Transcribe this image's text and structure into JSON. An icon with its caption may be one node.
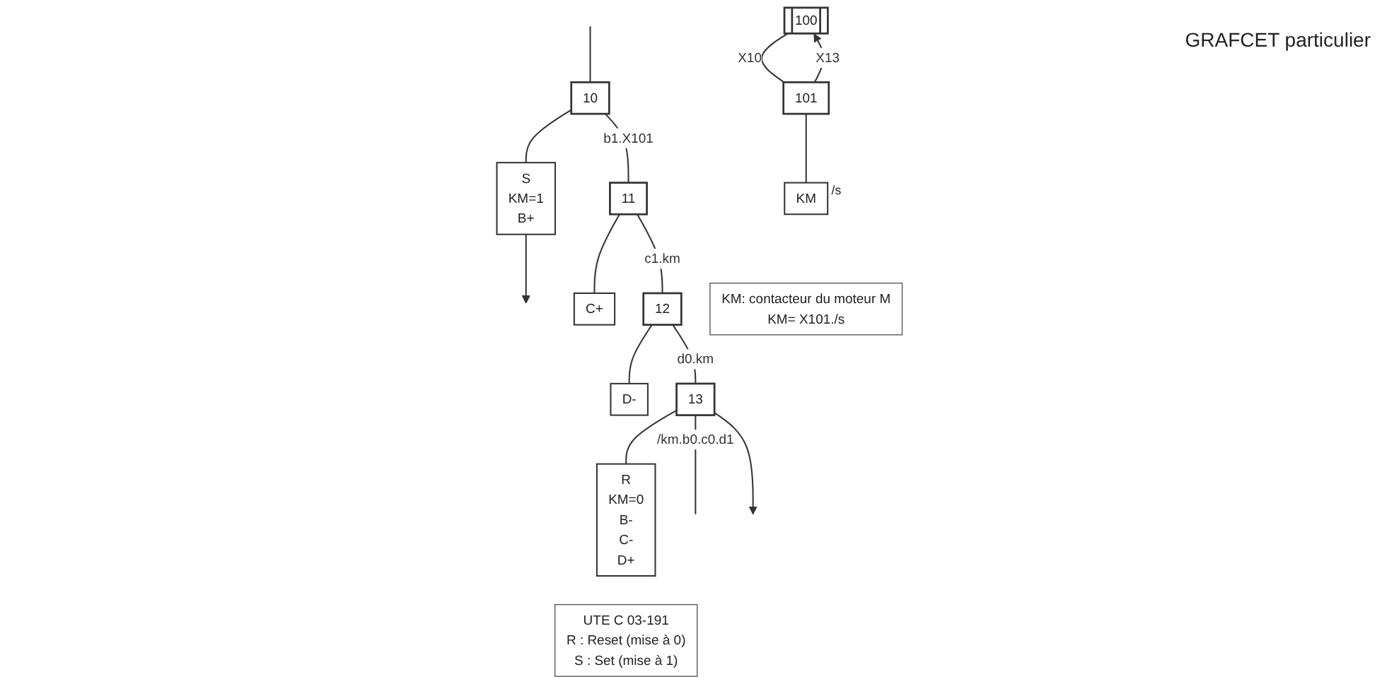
{
  "diagram": {
    "nodes": [
      {
        "text": [
          "10"
        ]
      },
      {
        "text": [
          "S",
          "KM=1",
          "B+"
        ]
      },
      {
        "text": [
          "11"
        ]
      },
      {
        "text": [
          "C+"
        ]
      },
      {
        "text": [
          "12"
        ]
      },
      {
        "text": [
          "D-"
        ]
      },
      {
        "text": [
          "13"
        ]
      },
      {
        "text": [
          "R",
          "KM=0",
          "B-",
          "C-",
          "D+"
        ]
      },
      {
        "text": [
          "100"
        ]
      },
      {
        "text": [
          "101"
        ]
      },
      {
        "text": [
          "KM"
        ],
        "beside": [
          "/s"
        ]
      },
      {
        "text": [
          "UTE C 03-191",
          "R : Reset (mise à 0)",
          "S : Set (mise à 1)"
        ]
      },
      {
        "text": [
          "KM: contacteur du moteur M",
          "KM= X101./s"
        ]
      }
    ],
    "edges": [
      {
        "from": null,
        "to": 0,
        "arrow": "none"
      },
      {
        "from": 0,
        "to": 1,
        "arrow": "none"
      },
      {
        "from": 0,
        "to": 2,
        "label": "b1.X101",
        "arrow": "none"
      },
      {
        "from": 2,
        "to": 3,
        "arrow": "none"
      },
      {
        "from": 2,
        "to": 4,
        "label": "c1.km",
        "arrow": "none"
      },
      {
        "from": 4,
        "to": 5,
        "arrow": "none"
      },
      {
        "from": 4,
        "to": 6,
        "label": "d0.km",
        "arrow": "none"
      },
      {
        "from": 6,
        "to": 7,
        "arrow": "none"
      },
      {
        "from": 6,
        "to": null,
        "label": "/km.b0.c0.d1",
        "arrow": "none"
      },
      {
        "from": 1,
        "to": null,
        "arrow": "to"
      },
      {
        "from": 6,
        "to": null,
        "arrow": "to"
      },
      {
        "from": 8,
        "to": 9,
        "label": "X10",
        "arrow": "none"
      },
      {
        "from": 9,
        "to": 10,
        "arrow": "none"
      },
      {
        "from": 9,
        "to": 8,
        "label": "X13",
        "arrow": "to"
      }
    ],
    "labels": [
      "GRAFCET particulier"
    ]
  }
}
